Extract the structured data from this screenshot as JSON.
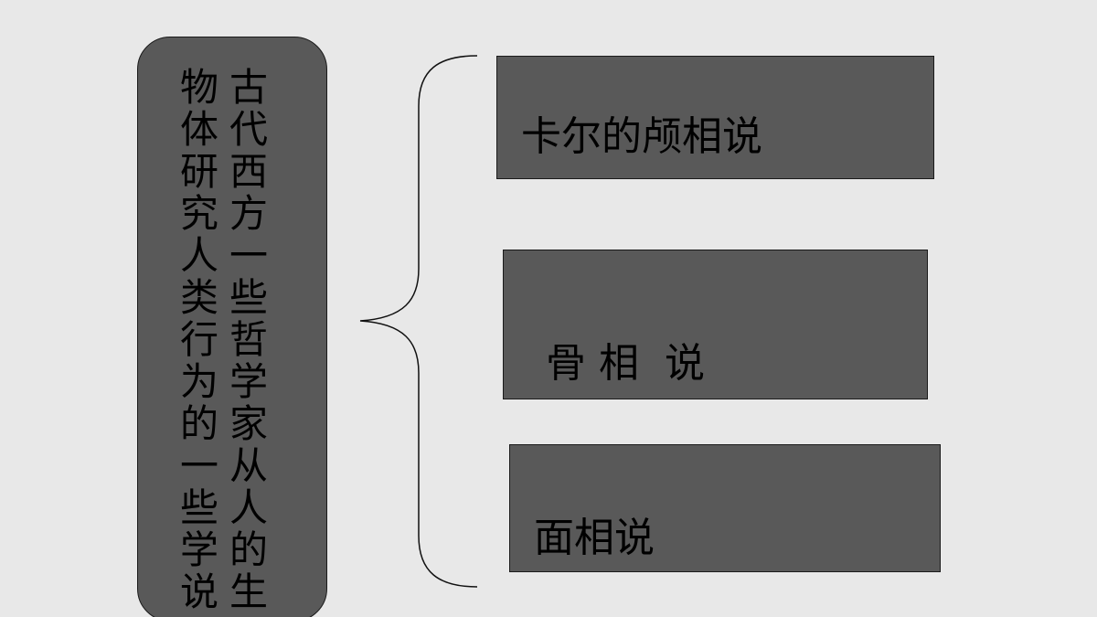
{
  "left_box": {
    "column_right": "古代西方一些哲学家从人的生",
    "column_left": "物体研究人类行为的一些学说"
  },
  "branches": [
    {
      "label": "卡尔的颅相说"
    },
    {
      "label": "骨 相  说"
    },
    {
      "label": "面相说"
    }
  ]
}
